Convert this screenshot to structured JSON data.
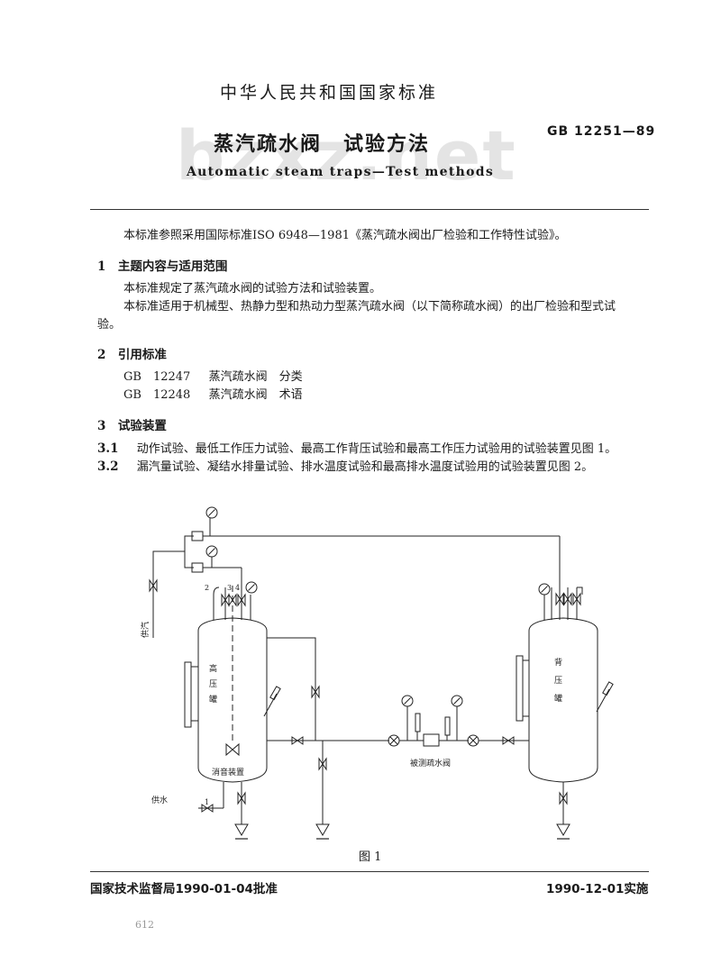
{
  "header": {
    "authority": "中华人民共和国国家标准",
    "title_cn": "蒸汽疏水阀　试验方法",
    "standard_no": "GB 12251—89",
    "title_en": "Automatic steam traps—Test methods",
    "watermark": "bzxz.net"
  },
  "body": {
    "intro": "本标准参照采用国际标准ISO 6948—1981《蒸汽疏水阀出厂检验和工作特性试验》。",
    "s1_heading": "1　主题内容与适用范围",
    "s1_p1": "本标准规定了蒸汽疏水阀的试验方法和试验装置。",
    "s1_p2": "本标准适用于机械型、热静力型和热动力型蒸汽疏水阀（以下简称疏水阀）的出厂检验和型式试",
    "s1_p2_cont": "验。",
    "s2_heading": "2　引用标准",
    "refs": [
      {
        "code": "GB　12247",
        "title": "蒸汽疏水阀　分类"
      },
      {
        "code": "GB　12248",
        "title": "蒸汽疏水阀　术语"
      }
    ],
    "s3_heading": "3　试验装置",
    "s3_1_no": "3.1",
    "s3_1_text": "动作试验、最低工作压力试验、最高工作背压试验和最高工作压力试验用的试验装置见图 1。",
    "s3_2_no": "3.2",
    "s3_2_text": "漏汽量试验、凝结水排量试验、排水温度试验和最高排水温度试验用的试验装置见图 2。"
  },
  "figure": {
    "caption": "图 1",
    "labels": {
      "steam_supply": "供汽",
      "water_supply": "供水",
      "hp_tank_1": "高",
      "hp_tank_2": "压",
      "hp_tank_3": "罐",
      "muffler": "消音装置",
      "trap_under_test": "被测疏水阀",
      "bp_tank_1": "背",
      "bp_tank_2": "压",
      "bp_tank_3": "罐",
      "n1": "1",
      "n2": "2",
      "n3": "3",
      "n4": "4"
    }
  },
  "footer": {
    "approval": "国家技术监督局1990-01-04批准",
    "effective": "1990-12-01实施"
  },
  "page_number": "612"
}
